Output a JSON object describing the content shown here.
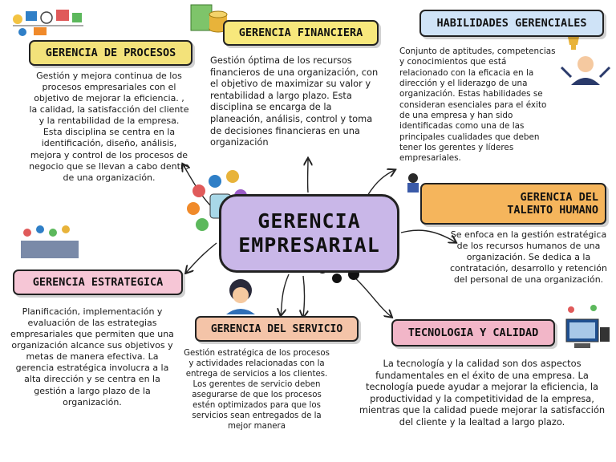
{
  "center": {
    "line1": "GERENCIA",
    "line2": "EMPRESARIAL"
  },
  "topics": {
    "procesos": {
      "title": "GERENCIA DE PROCESOS",
      "text": "Gestión y mejora continua de los procesos empresariales con el objetivo de mejorar la eficiencia. , la calidad, la satisfacción del cliente y la rentabilidad de la empresa. Esta disciplina se centra en la identificación, diseño, análisis, mejora y control de los procesos de negocio que se llevan a cabo dentro de una organización."
    },
    "financiera": {
      "title": "GERENCIA FINANCIERA",
      "text": "Gestión óptima de los recursos financieros de una organización, con el objetivo de maximizar su valor y rentabilidad a largo plazo. Esta disciplina se encarga de la planeación, análisis, control y toma de decisiones financieras en una organización"
    },
    "habilidades": {
      "title": "HABILIDADES GERENCIALES",
      "text": "Conjunto de aptitudes, competencias y conocimientos que está relacionado con la eficacia en la dirección y el liderazgo de una organización. Estas habilidades se consideran esenciales para el éxito de una empresa y han sido identificadas como una de las principales cualidades que deben tener los gerentes y líderes empresariales."
    },
    "talento": {
      "title_line1": "GERENCIA DEL",
      "title_line2": "TALENTO HUMANO",
      "text": "Se enfoca en la gestión estratégica de los recursos humanos de una organización. Se dedica a la contratación, desarrollo y retención del personal de una organización."
    },
    "estrategica": {
      "title": "GERENCIA ESTRATEGICA",
      "text": "Planificación, implementación y evaluación de las estrategias empresariales que permiten que una organización alcance sus objetivos y metas de manera efectiva. La gerencia estratégica involucra a la alta dirección y se centra en la gestión a largo plazo de la organización."
    },
    "servicio": {
      "title": "GERENCIA DEL SERVICIO",
      "text": "Gestión estratégica de los procesos y actividades relacionadas con la entrega de servicios a los clientes. Los gerentes de servicio deben asegurarse de que los procesos estén optimizados para que los servicios sean entregados de la mejor manera"
    },
    "tecnologia": {
      "title": "TECNOLOGIA Y CALIDAD",
      "text": "La tecnología y la calidad son dos aspectos fundamentales en el éxito de una empresa. La tecnología puede ayudar a mejorar la eficiencia, la productividad y la competitividad de la empresa, mientras que la calidad puede mejorar la satisfacción del cliente y la lealtad a largo plazo."
    }
  },
  "colors": {
    "center": "#c9b7e8",
    "procesos": "#f3e27a",
    "financiera": "#f7e87c",
    "habilidades": "#cfe3f7",
    "talento": "#f5b55c",
    "estrategica": "#f6c6d6",
    "servicio": "#f4c4a8",
    "tecnologia": "#f2b6c8"
  },
  "icons": [
    "process-network-icon",
    "money-coins-icon",
    "trophy-leader-icon",
    "team-people-icon",
    "strategy-people-icon",
    "headset-agent-icon",
    "computer-devices-icon",
    "hub-circle-icons"
  ]
}
